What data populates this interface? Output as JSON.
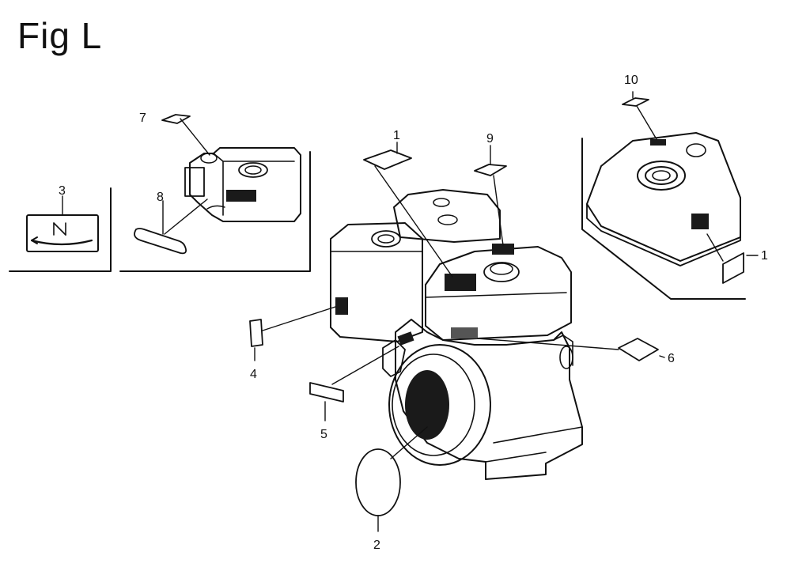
{
  "figure": {
    "title": "Fig L"
  },
  "callouts": [
    {
      "id": "c1",
      "label": "1"
    },
    {
      "id": "c1b",
      "label": "1"
    },
    {
      "id": "c2",
      "label": "2"
    },
    {
      "id": "c3",
      "label": "3"
    },
    {
      "id": "c4",
      "label": "4"
    },
    {
      "id": "c5",
      "label": "5"
    },
    {
      "id": "c6",
      "label": "6"
    },
    {
      "id": "c7",
      "label": "7"
    },
    {
      "id": "c8",
      "label": "8"
    },
    {
      "id": "c9",
      "label": "9"
    },
    {
      "id": "c10",
      "label": "10"
    }
  ],
  "colors": {
    "ink": "#111111",
    "paper": "#ffffff",
    "decal": "#1a1a1a"
  }
}
